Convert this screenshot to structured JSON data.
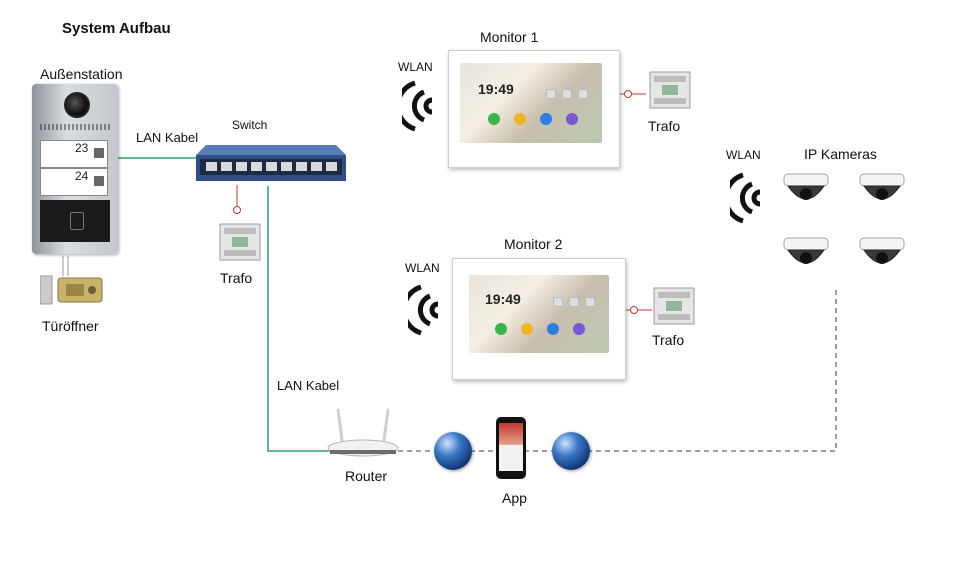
{
  "title": "System Aufbau",
  "labels": {
    "outdoor_station": "Außenstation",
    "door_opener": "Türöffner",
    "lan_cable_top": "LAN Kabel",
    "switch": "Switch",
    "trafo_switch": "Trafo",
    "lan_cable_bottom": "LAN Kabel",
    "router": "Router",
    "app": "App",
    "monitor1": "Monitor 1",
    "monitor2": "Monitor 2",
    "wlan_monitor1": "WLAN",
    "wlan_monitor2": "WLAN",
    "wlan_cameras": "WLAN",
    "trafo_monitor1": "Trafo",
    "trafo_monitor2": "Trafo",
    "ip_cameras": "IP Kameras"
  },
  "outdoor_station": {
    "buttons": [
      "23",
      "24"
    ]
  },
  "monitor_screen": {
    "time": "19:49"
  },
  "colors": {
    "lan_line": "#2e9e6e",
    "wifi_dash": "#666666",
    "power_line": "#c0392b"
  },
  "icons": [
    "wifi-icon",
    "globe-icon",
    "phone-icon",
    "router-icon",
    "switch-icon",
    "trafo-icon",
    "camera-icon",
    "lock-icon"
  ]
}
